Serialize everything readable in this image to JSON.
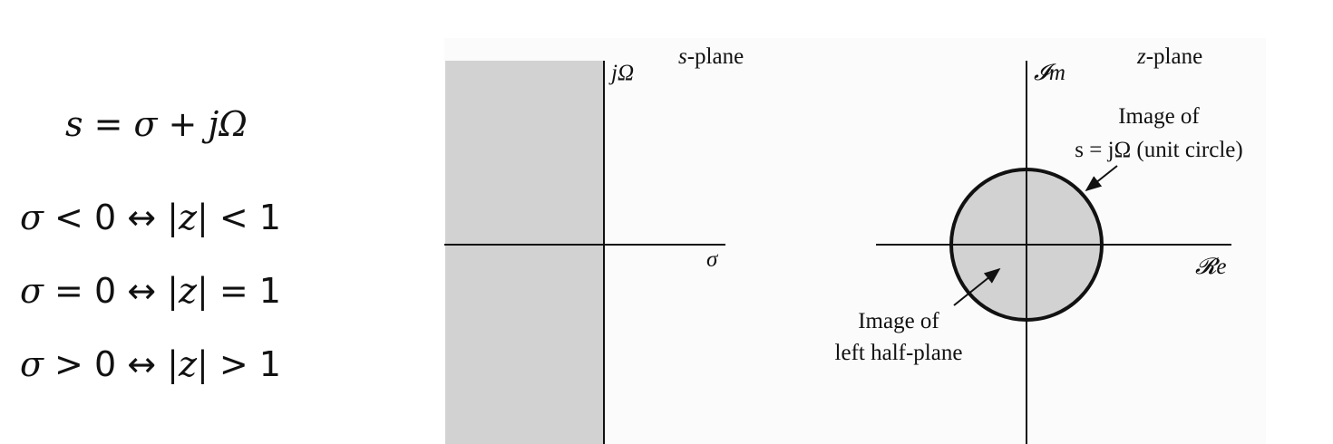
{
  "equations": {
    "main": {
      "lhs": "s",
      "eq": " = ",
      "sigma": "σ",
      "plus": " + ",
      "rhs": "jΩ"
    },
    "rows": [
      {
        "sigma": "σ",
        "op": " < 0 ↔ ",
        "z": "|z|",
        "cmp": " < 1"
      },
      {
        "sigma": "σ",
        "op": " = 0 ↔ ",
        "z": "|z|",
        "cmp": " = 1"
      },
      {
        "sigma": "σ",
        "op": " > 0 ↔ ",
        "z": "|z|",
        "cmp": " > 1"
      }
    ]
  },
  "s_plane": {
    "title_var": "s",
    "title_rest": "-plane",
    "vertical_axis_label": "jΩ",
    "horizontal_axis_label": "σ",
    "shaded_region": "left half-plane"
  },
  "z_plane": {
    "title_var": "z",
    "title_rest": "-plane",
    "vertical_axis_label": "𝓘m",
    "horizontal_axis_label": "𝓡e",
    "unit_circle_annotation": {
      "line1": "Image of",
      "line2": "s = jΩ (unit circle)"
    },
    "interior_annotation": {
      "line1": "Image of",
      "line2": "left half-plane"
    }
  },
  "colors": {
    "shade": "#d2d2d2",
    "ink": "#111111",
    "panel_background": "#fbfbfb"
  }
}
